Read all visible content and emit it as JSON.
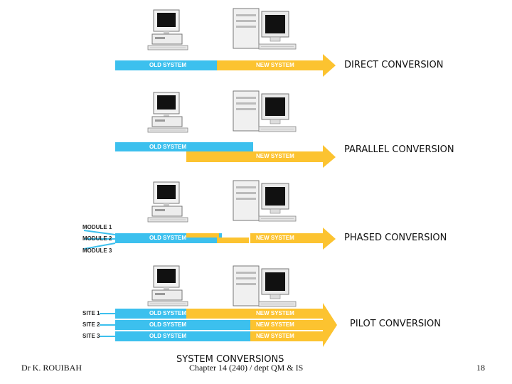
{
  "colors": {
    "old": "#3cc0ee",
    "new": "#fcc330",
    "side_line": "#3cc0ee"
  },
  "bar_old_label": "OLD SYSTEM",
  "bar_new_label": "NEW SYSTEM",
  "rows": [
    {
      "title": "DIRECT CONVERSION"
    },
    {
      "title": "PARALLEL CONVERSION"
    },
    {
      "title": "PHASED CONVERSION",
      "side_labels": [
        "MODULE 1",
        "MODULE 2",
        "MODULE 3"
      ]
    },
    {
      "title": "PILOT CONVERSION",
      "side_labels": [
        "SITE 1",
        "SITE 2",
        "SITE 3"
      ]
    }
  ],
  "footer": {
    "author": "Dr K. ROUIBAH",
    "title": "SYSTEM CONVERSIONS",
    "chapter": "Chapter 14 (240) / dept QM & IS",
    "page": "18"
  }
}
